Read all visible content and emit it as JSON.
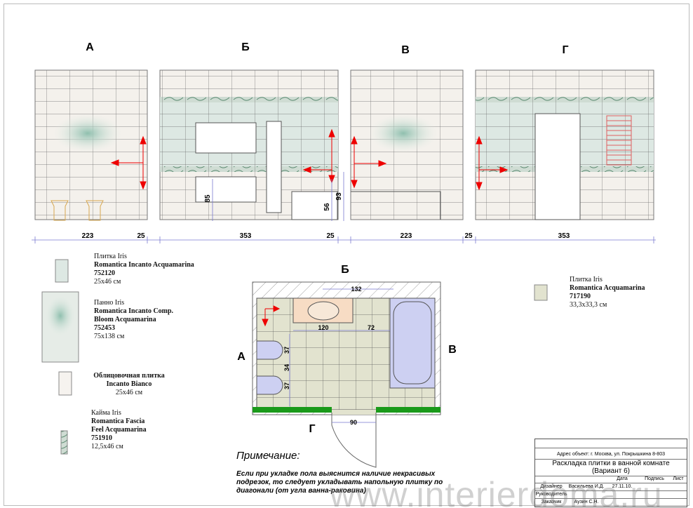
{
  "elevations": {
    "labels": [
      "А",
      "Б",
      "В",
      "Г"
    ],
    "dimensions": {
      "a_width": "223",
      "gap1": "25",
      "b_width": "353",
      "gap2": "25",
      "c_width": "223",
      "gap3": "25",
      "d_width": "353",
      "cabinet_height": "85",
      "bath_height": "56",
      "bath_height2": "93"
    }
  },
  "plan": {
    "label_top": "Б",
    "label_left": "А",
    "label_right": "В",
    "label_bottom": "Г",
    "dim_top": "132",
    "dim_sink": "120",
    "dim_gap": "72",
    "dim_toilet1": "37",
    "dim_between": "34",
    "dim_toilet2": "37",
    "dim_door": "90"
  },
  "legend": [
    {
      "line1": "Плитка Iris",
      "line2": "Romantica Incanto Acquamarina",
      "code": "752120",
      "size": "25x46 см"
    },
    {
      "line1": "Панно Iris",
      "line2": "Romantica Incanto Comp.",
      "line3": "Bloom Acquamarina",
      "code": "752453",
      "size": "75x138 см"
    },
    {
      "line1": "Облицовочная плитка",
      "line2": "Incanto Bianco",
      "size": "25x46 см"
    },
    {
      "line1": "Кайма Iris",
      "line2": "Romantica Fascia",
      "line3": "Feel Acquamarina",
      "code": "751910",
      "size": "12,5x46 см"
    },
    {
      "line1": "Плитка Iris",
      "line2": "Romantica Acquamarina",
      "code": "717190",
      "size": "33,3x33,3 см"
    }
  ],
  "note": {
    "title": "Примечание:",
    "text": "Если при укладке пола выяснится наличие некрасивых подрезок, то следует укладывать напольную плитку по диагонали (от угла  ванна-раковина)"
  },
  "title_block": {
    "address": "Адрес объект: г. Москва, ул. Покрышкина 8-803",
    "title": "Раскладка плитки в ванной комнате",
    "variant": "(Вариант 6)",
    "col_date": "Дата",
    "col_sign": "Подпись",
    "col_sheet": "Лист",
    "designer_label": "Дизайнер",
    "designer": "Васильева И.Д.",
    "date": "27.11.10.",
    "manager_label": "Руководитель",
    "client_label": "Заказчик",
    "client": "Аузин С.Н."
  },
  "watermark": "www.interierdoma.ru",
  "colors": {
    "wall_tile": "#f4f1ec",
    "accent_tile": "#dfe9e4",
    "floor_tile": "#e2e3cf",
    "fixture": "#cdd0f2",
    "arrow": "#e00000",
    "green": "#1a9a1a",
    "dim": "#7a7ad0"
  }
}
